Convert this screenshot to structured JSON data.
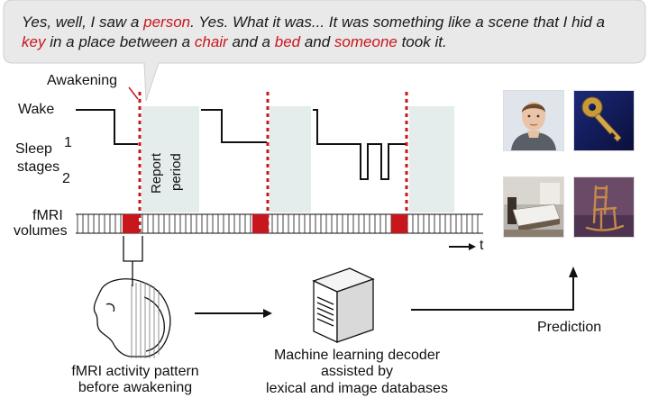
{
  "quote": {
    "parts": [
      {
        "text": "Yes, well, I saw a ",
        "highlight": false
      },
      {
        "text": "person",
        "highlight": true
      },
      {
        "text": ". Yes. What it was... It was something like a scene that I hid a ",
        "highlight": false
      },
      {
        "text": "key",
        "highlight": true
      },
      {
        "text": " in a place between a ",
        "highlight": false
      },
      {
        "text": "chair",
        "highlight": true
      },
      {
        "text": " and a ",
        "highlight": false
      },
      {
        "text": "bed",
        "highlight": true
      },
      {
        "text": " and ",
        "highlight": false
      },
      {
        "text": "someone",
        "highlight": true
      },
      {
        "text": " took it.",
        "highlight": false
      }
    ]
  },
  "labels": {
    "awakening": "Awakening",
    "wake": "Wake",
    "sleep": "Sleep",
    "stages": "stages",
    "stage1": "1",
    "stage2": "2",
    "report": "Report",
    "period": "period",
    "fmri": "fMRI",
    "volumes": "volumes",
    "time_axis": "t",
    "activity_line1": "fMRI activity pattern",
    "activity_line2": "before awakening",
    "decoder_line1": "Machine learning decoder",
    "decoder_line2": "assisted by",
    "decoder_line3": "lexical and image databases",
    "prediction": "Prediction"
  },
  "icons": {
    "head": "head-scan-icon",
    "server": "computer-server-icon",
    "arrow": "arrow-right-icon"
  },
  "predicted_images": [
    "person",
    "key",
    "bed",
    "chair"
  ],
  "colors": {
    "accent": "#c8161d",
    "report_shade": "#e4ecec",
    "quote_bubble": "#e9e9e9"
  }
}
